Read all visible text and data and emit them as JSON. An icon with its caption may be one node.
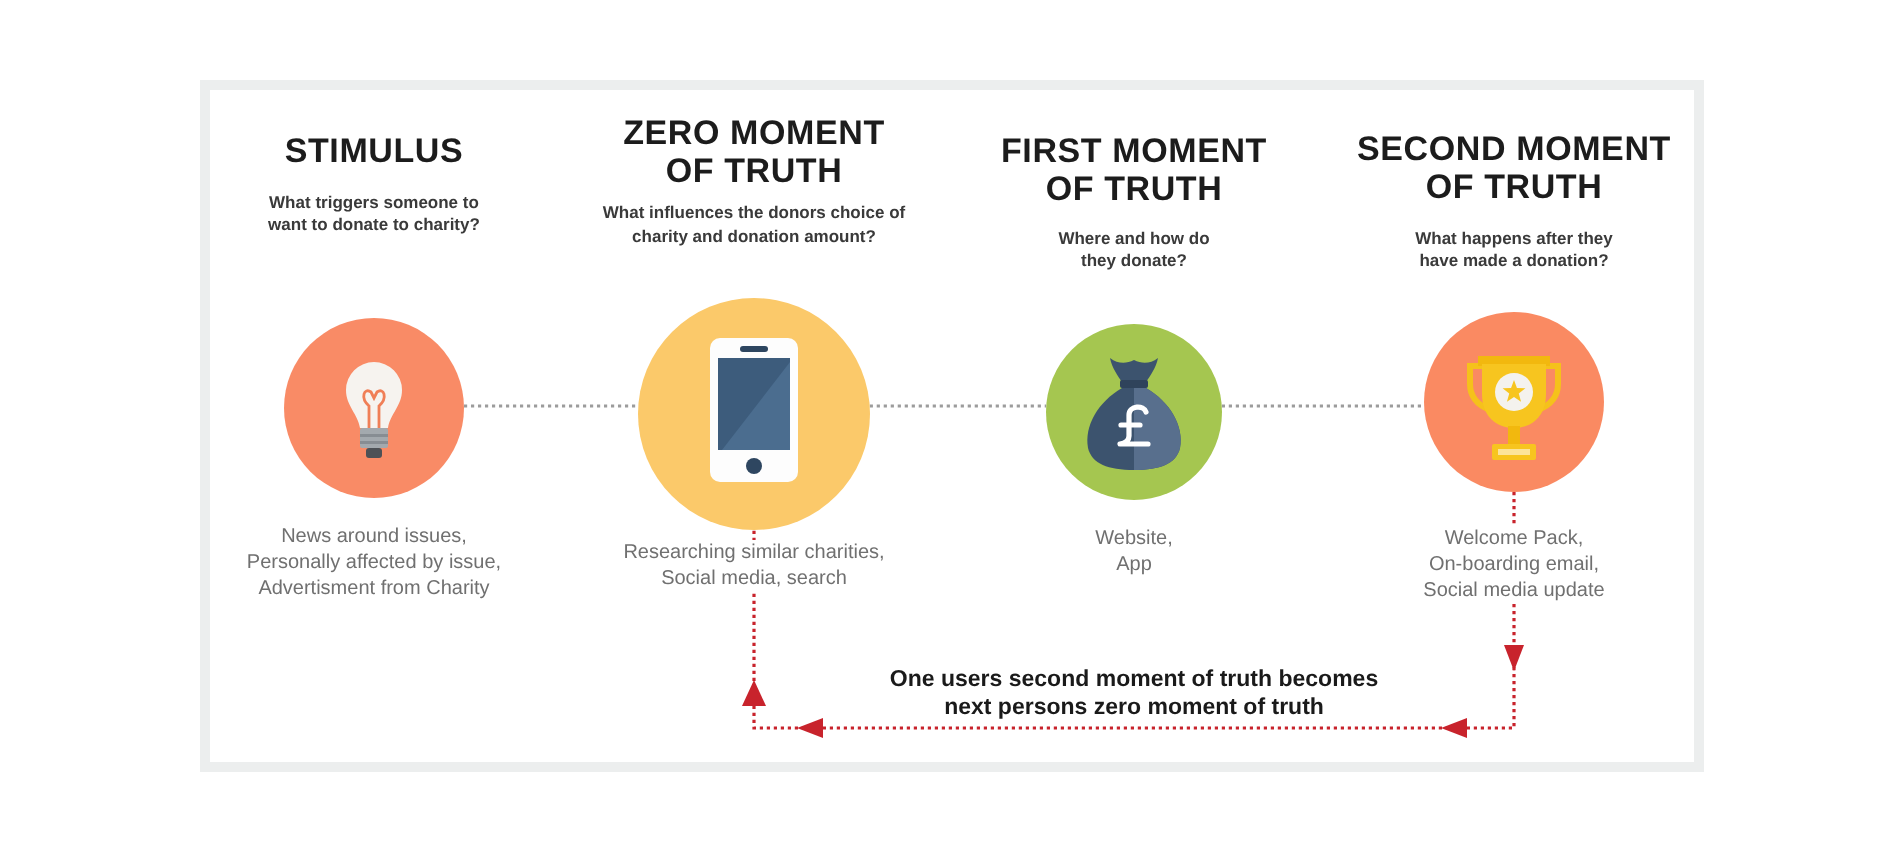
{
  "diagram": {
    "nodes": [
      {
        "text": [
          "STIMULUS",
          "What triggers someone to want to donate to charity?"
        ],
        "beside": [
          "News around issues, Personally affected by issue, Advertisment from Charity"
        ]
      },
      {
        "text": [
          "ZERO MOMENT OF TRUTH",
          "What influences the donors choice of charity and donation amount?"
        ],
        "beside": [
          "Researching similar charities, Social media, search"
        ]
      },
      {
        "text": [
          "FIRST MOMENT OF TRUTH",
          "Where and how do they donate?"
        ],
        "beside": [
          "Website, App"
        ]
      },
      {
        "text": [
          "SECOND MOMENT OF TRUTH",
          "What happens after they have made a donation?"
        ],
        "beside": [
          "Welcome Pack, On-boarding email, Social media update"
        ]
      }
    ],
    "edges": [
      {
        "from": 0,
        "to": 1,
        "arrow": "none",
        "style": "dashed"
      },
      {
        "from": 1,
        "to": 2,
        "arrow": "none",
        "style": "dashed"
      },
      {
        "from": 2,
        "to": 3,
        "arrow": "none",
        "style": "dashed"
      },
      {
        "from": 3,
        "to": 1,
        "arrow": "to",
        "style": "dashed",
        "color": "#c8232c",
        "label": "One users second moment of truth becomes next persons zero moment of truth"
      }
    ]
  }
}
